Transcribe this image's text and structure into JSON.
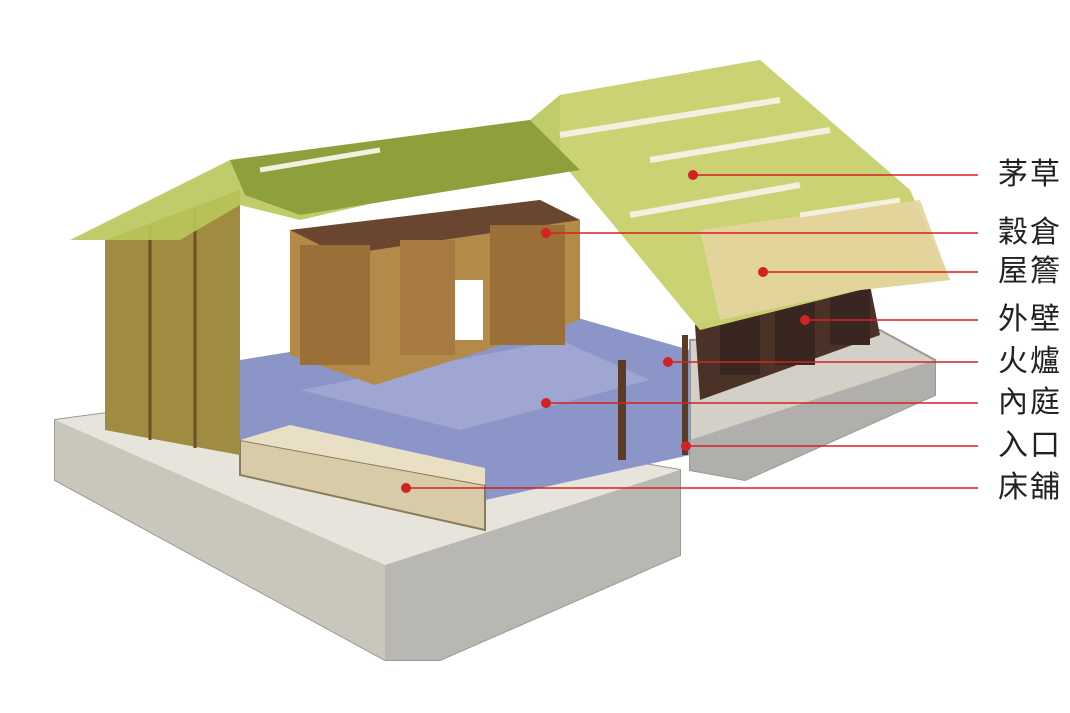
{
  "labels": [
    {
      "id": "thatch",
      "text": "茅草"
    },
    {
      "id": "granary",
      "text": "穀倉"
    },
    {
      "id": "eaves",
      "text": "屋簷"
    },
    {
      "id": "outer-wall",
      "text": "外壁"
    },
    {
      "id": "hearth",
      "text": "火爐"
    },
    {
      "id": "courtyard",
      "text": "內庭"
    },
    {
      "id": "entrance",
      "text": "入口"
    },
    {
      "id": "bed",
      "text": "床舖"
    }
  ],
  "colors": {
    "leader": "#d32222",
    "label": "#222222",
    "thatch": "#b9c75a",
    "wood": "#a9803f",
    "floor": "#8b95c7",
    "stone": "#d9d6cc"
  }
}
